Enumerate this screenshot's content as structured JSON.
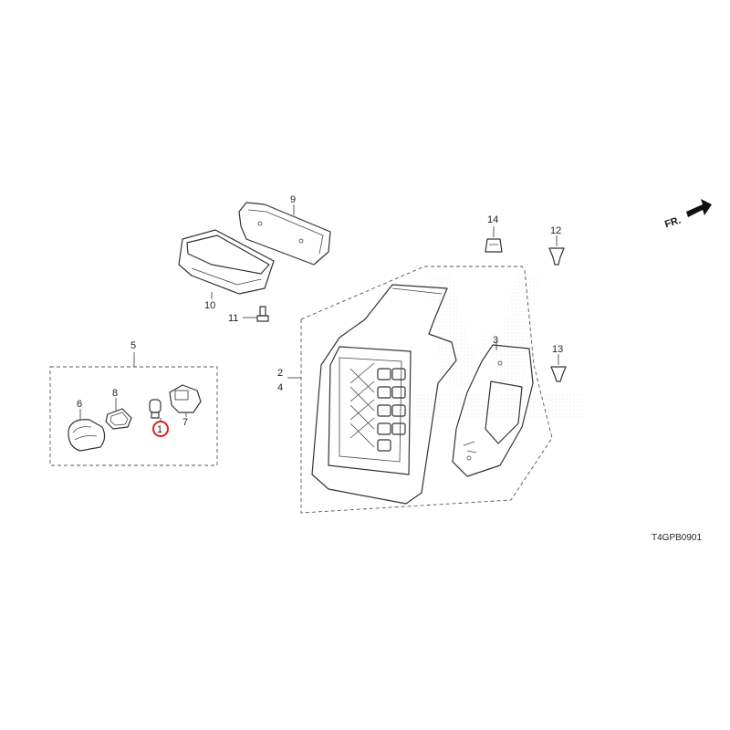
{
  "diagram": {
    "code": "T4GPB0901",
    "direction_label": "FR.",
    "highlight_color": "#e31b1b",
    "callouts": [
      {
        "id": "c1",
        "text": "1",
        "highlighted": true
      },
      {
        "id": "c2",
        "text": "2"
      },
      {
        "id": "c3",
        "text": "3"
      },
      {
        "id": "c4",
        "text": "4"
      },
      {
        "id": "c5",
        "text": "5"
      },
      {
        "id": "c6",
        "text": "6"
      },
      {
        "id": "c7",
        "text": "7"
      },
      {
        "id": "c8",
        "text": "8"
      },
      {
        "id": "c9",
        "text": "9"
      },
      {
        "id": "c10",
        "text": "10"
      },
      {
        "id": "c11",
        "text": "11"
      },
      {
        "id": "c12",
        "text": "12"
      },
      {
        "id": "c13",
        "text": "13"
      },
      {
        "id": "c14",
        "text": "14"
      }
    ]
  }
}
